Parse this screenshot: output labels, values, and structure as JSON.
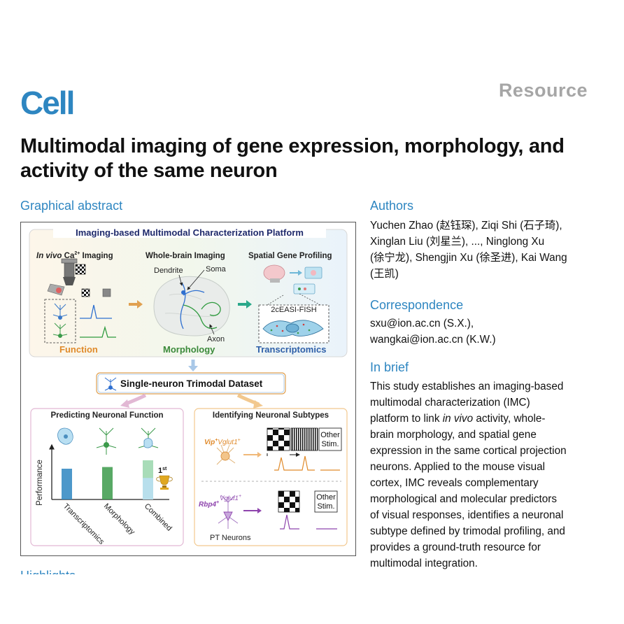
{
  "journal": "Cell",
  "article_type": "Resource",
  "title": "Multimodal imaging of gene expression, morphology, and activity of the same neuron",
  "sections": {
    "graphical_abstract": "Graphical abstract",
    "authors": "Authors",
    "correspondence": "Correspondence",
    "in_brief": "In brief",
    "highlights": "Highlights"
  },
  "authors": [
    "Yuchen Zhao (赵钰琛), Ziqi Shi (石子琦),",
    "Xinglan Liu (刘星兰), ..., Ninglong Xu",
    "(徐宁龙), Shengjin Xu (徐圣进), Kai Wang",
    "(王凯)"
  ],
  "correspondence": [
    "sxu@ion.ac.cn (S.X.),",
    "wangkai@ion.ac.cn (K.W.)"
  ],
  "in_brief_lines": [
    "This study establishes an imaging-based",
    "multimodal characterization (IMC)",
    "platform to link |in vivo| activity, whole-",
    "brain morphology, and spatial gene",
    "expression in the same cortical projection",
    "neurons. Applied to the mouse visual",
    "cortex, IMC reveals complementary",
    "morphological and molecular predictors",
    "of visual responses, identifies a neuronal",
    "subtype defined by trimodal profiling, and",
    "provides a ground-truth resource for",
    "multimodal integration."
  ],
  "figure": {
    "platform_title": "Imaging-based Multimodal Characterization Platform",
    "panel1_title_italic": "In vivo",
    "panel1_title_rest": " Ca",
    "panel1_title_sup": "2+",
    "panel1_title_end": " Imaging",
    "panel2_title": "Whole-brain Imaging",
    "panel3_title": "Spatial Gene Profiling",
    "dendrite": "Dendrite",
    "soma": "Soma",
    "axon": "Axon",
    "fish": "2cEASI-FISH",
    "label_function": "Function",
    "label_morphology": "Morphology",
    "label_transcriptomics": "Transcriptomics",
    "dataset": "Single-neuron Trimodal Dataset",
    "predict_title": "Predicting Neuronal Function",
    "identify_title": "Identifying Neuronal Subtypes",
    "performance": "Performance",
    "first_num": "1",
    "first_sup": "st",
    "vip": "Vip",
    "vglut1": "Vglut1",
    "plus": "+",
    "rbp4": "Rbp4",
    "other1": "Other",
    "stim1": "Stim.",
    "pt_neurons": "PT Neurons",
    "colors": {
      "blue": "#2e86c1",
      "green": "#3b9a4a",
      "orange": "#e08a2a",
      "purple": "#8e44ad",
      "navy": "#1f2a6b"
    }
  },
  "chart_data": {
    "type": "bar",
    "categories": [
      "Transcriptomics",
      "Morphology",
      "Combined"
    ],
    "series": [
      {
        "values": [
          0.55,
          0.58,
          0.7
        ]
      }
    ],
    "ylabel": "Performance",
    "ylim": [
      0,
      1
    ],
    "legend": "none",
    "grid": false
  }
}
